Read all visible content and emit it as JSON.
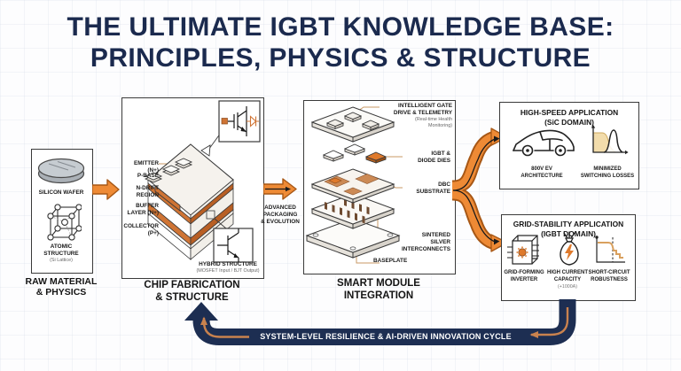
{
  "title": {
    "line1": "THE ULTIMATE IGBT KNOWLEDGE BASE:",
    "line2": "PRINCIPLES, PHYSICS & STRUCTURE"
  },
  "colors": {
    "navy": "#1b2a4e",
    "orange": "#ee8a35",
    "orange_dark": "#a75715",
    "copper": "#c99a66"
  },
  "raw_material": {
    "wafer_label": "SILICON WAFER",
    "atom_label_1": "ATOMIC",
    "atom_label_2": "STRUCTURE",
    "atom_sub": "(Si Lattice)",
    "caption_1": "RAW MATERIAL",
    "caption_2": "& PHYSICS"
  },
  "chip": {
    "caption_1": "CHIP FABRICATION",
    "caption_2": "& STRUCTURE",
    "emitter": "EMITTER (N+)",
    "pbase": "P-BASE",
    "ndrift_1": "N-DRIFT",
    "ndrift_2": "REGION",
    "buffer_1": "BUFFER",
    "buffer_2": "LAYER (N+)",
    "collector": "COLLECTOR (P+)",
    "hybrid_title": "HYBRID STRUCTURE",
    "hybrid_sub": "(MOSFET Input / BJT Output)"
  },
  "packaging": {
    "line1": "ADVANCED",
    "line2": "PACKAGING",
    "line3": "& EVOLUTION"
  },
  "module": {
    "caption_1": "SMART MODULE",
    "caption_2": "INTEGRATION",
    "gate_1": "INTELLIGENT GATE",
    "gate_2": "DRIVE & TELEMETRY",
    "gate_sub_1": "(Real-time Health",
    "gate_sub_2": "Monitoring)",
    "dies_1": "IGBT &",
    "dies_2": "DIODE DIES",
    "dbc_1": "DBC",
    "dbc_2": "SUBSTRATE",
    "sinter_1": "SINTERED",
    "sinter_2": "SILVER",
    "sinter_3": "INTERCONNECTS",
    "baseplate": "BASEPLATE"
  },
  "high_speed": {
    "title_1": "HIGH-SPEED APPLICATION",
    "title_2": "(SiC DOMAIN)",
    "ev_1": "800V EV",
    "ev_2": "ARCHITECTURE",
    "loss_1": "MINIMIZED",
    "loss_2": "SWITCHING LOSSES"
  },
  "grid_stability": {
    "title_1": "GRID-STABILITY APPLICATION",
    "title_2": "(IGBT DOMAIN)",
    "inverter_1": "GRID-FORMING",
    "inverter_2": "INVERTER",
    "capacity_1": "HIGH CURRENT",
    "capacity_2": "CAPACITY",
    "capacity_sub": "(+1000A)",
    "robust_1": "SHORT-CIRCUIT",
    "robust_2": "ROBUSTNESS"
  },
  "loop": {
    "label": "SYSTEM-LEVEL RESILIENCE & AI-DRIVEN INNOVATION CYCLE"
  }
}
